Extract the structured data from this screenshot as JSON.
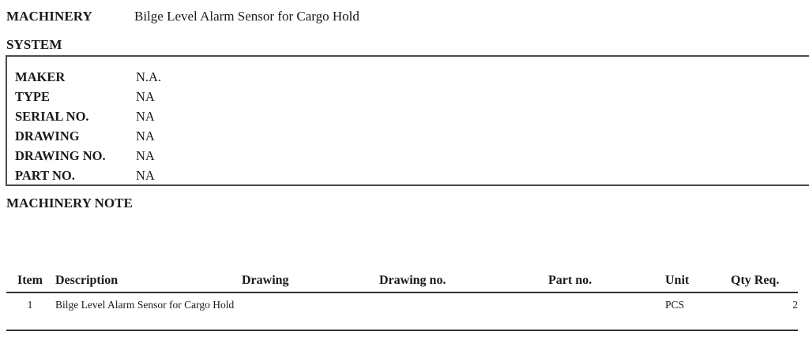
{
  "header": {
    "rows": [
      {
        "label": "MACHINERY",
        "value": "Bilge Level Alarm Sensor for Cargo Hold"
      },
      {
        "label": "SYSTEM",
        "value": ""
      }
    ]
  },
  "specification": {
    "rows": [
      {
        "label": "MAKER",
        "value": "N.A."
      },
      {
        "label": "TYPE",
        "value": "NA"
      },
      {
        "label": "SERIAL NO.",
        "value": "NA"
      },
      {
        "label": "DRAWING",
        "value": "NA"
      },
      {
        "label": "DRAWING NO.",
        "value": "NA"
      },
      {
        "label": "PART NO.",
        "value": "NA"
      }
    ]
  },
  "machinery_note": {
    "title": "MACHINERY NOTE",
    "text": ""
  },
  "items_table": {
    "columns": {
      "item": "Item",
      "description": "Description",
      "drawing": "Drawing",
      "drawing_no": "Drawing no.",
      "part_no": "Part no.",
      "unit": "Unit",
      "qty_req": "Qty Req."
    },
    "rows": [
      {
        "item": "1",
        "description": "Bilge Level Alarm Sensor for Cargo Hold",
        "drawing": "",
        "drawing_no": "",
        "part_no": "",
        "unit": "PCS",
        "qty_req": "2"
      }
    ]
  },
  "colors": {
    "text": "#1a1a1a",
    "rule": "#333333",
    "box_border": "#4a4a4a",
    "background": "#ffffff"
  }
}
